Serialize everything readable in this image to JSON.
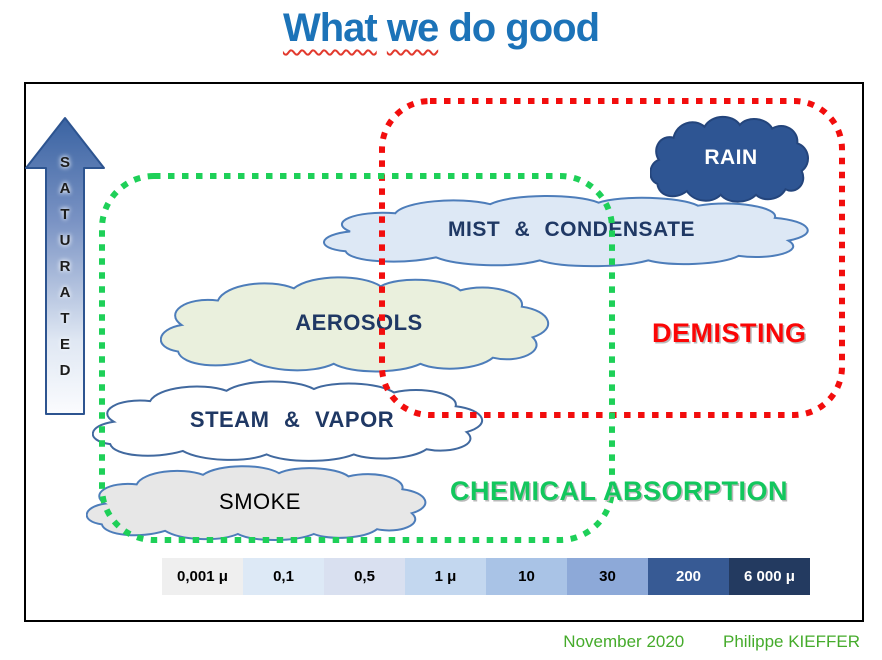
{
  "title": {
    "word1": "What",
    "word2": "we",
    "rest": "do good",
    "color": "#1c73b8",
    "underline_color": "#e23a2e"
  },
  "diagram": {
    "arrow": {
      "label": "SATURATED",
      "letters": [
        "S",
        "A",
        "T",
        "U",
        "R",
        "A",
        "T",
        "E",
        "D"
      ],
      "gradient_top": "#3a63a2",
      "gradient_bottom": "#fbfcfe",
      "stroke": "#2d5490"
    },
    "clouds": [
      {
        "name": "mist-condensate",
        "label": "MIST & CONDENSATE",
        "fill": "#dde8f5",
        "stroke": "#4d7dba",
        "text_color": "#1f3864"
      },
      {
        "name": "aerosols",
        "label": "AEROSOLS",
        "fill": "#eaf0dd",
        "stroke": "#4d7dba",
        "text_color": "#1f3864"
      },
      {
        "name": "steam-vapor",
        "label": "STEAM & VAPOR",
        "fill": "#ffffff",
        "stroke": "#41699f",
        "text_color": "#1f3864"
      },
      {
        "name": "smoke",
        "label": "SMOKE",
        "fill": "#e7e7e7",
        "stroke": "#4d7dba",
        "text_color": "#000000"
      },
      {
        "name": "rain",
        "label": "RAIN",
        "fill": "#2e5593",
        "stroke": "#24457c",
        "text_color": "#ffffff"
      }
    ],
    "regions": [
      {
        "name": "demisting",
        "label": "DEMISTING",
        "border_color": "#f20d0d",
        "label_color": "#fb0606"
      },
      {
        "name": "chemical-absorption",
        "label": "CHEMICAL ABSORPTION",
        "border_color": "#1ed058",
        "label_color": "#12c75d"
      }
    ],
    "scale_bar": {
      "segments": [
        {
          "label": "0,001 μ",
          "bg": "#efefef",
          "text": "#000000"
        },
        {
          "label": "0,1",
          "bg": "#dde9f6",
          "text": "#000000"
        },
        {
          "label": "0,5",
          "bg": "#d9e0f0",
          "text": "#000000"
        },
        {
          "label": "1 μ",
          "bg": "#c3d7ef",
          "text": "#000000"
        },
        {
          "label": "10",
          "bg": "#a9c3e6",
          "text": "#000000"
        },
        {
          "label": "30",
          "bg": "#8da9d8",
          "text": "#000000"
        },
        {
          "label": "200",
          "bg": "#375a94",
          "text": "#ffffff"
        },
        {
          "label": "6 000 μ",
          "bg": "#233a60",
          "text": "#ffffff"
        }
      ]
    }
  },
  "footer": {
    "date": "November  2020",
    "author": "Philippe KIEFFER",
    "color": "#45ab2b"
  }
}
